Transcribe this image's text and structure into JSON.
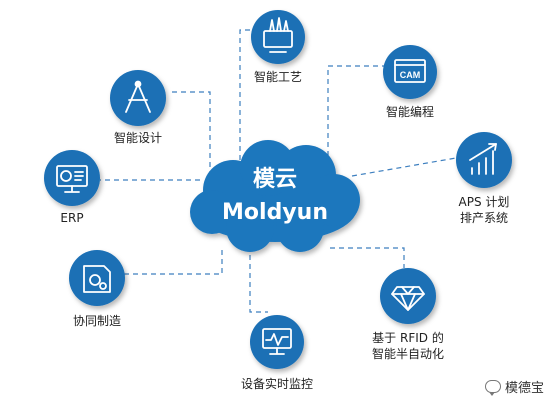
{
  "center": {
    "title_cn": "模云",
    "title_en": "Moldyun"
  },
  "nodes": {
    "craft": {
      "label": "智能工艺",
      "icon": "blueprint-pen-icon"
    },
    "design": {
      "label": "智能设计",
      "icon": "compass-design-icon"
    },
    "cam": {
      "label": "智能编程",
      "icon": "cam-window-icon"
    },
    "erp": {
      "label": "ERP",
      "icon": "dashboard-monitor-icon"
    },
    "aps": {
      "label_line1": "APS 计划",
      "label_line2": "排产系统",
      "icon": "bar-chart-up-icon"
    },
    "collab": {
      "label": "协同制造",
      "icon": "gears-document-icon"
    },
    "rfid": {
      "label_line1": "基于 RFID 的",
      "label_line2": "智能半自动化",
      "icon": "diamond-icon"
    },
    "monitor": {
      "label": "设备实时监控",
      "icon": "pulse-monitor-icon"
    }
  },
  "cam_icon_text": "CAM",
  "watermark": "模德宝",
  "colors": {
    "node_fill": "#1a6fb5",
    "cloud_fill": "#1f77bd",
    "connector": "#3d7fbf",
    "background": "#ffffff"
  }
}
